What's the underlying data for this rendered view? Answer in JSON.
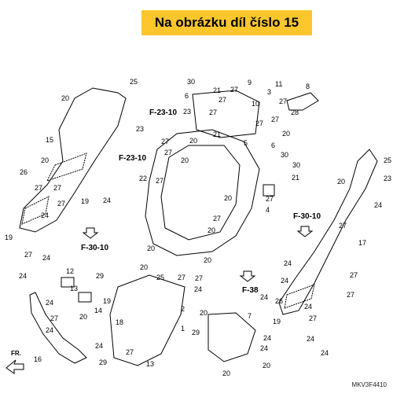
{
  "banner": {
    "text": "Na obrázku díl číslo 15"
  },
  "diagram_code": "MKV3F4410",
  "direction_marker": "FR.",
  "colors": {
    "banner": "#fcc62c",
    "line": "#000000"
  },
  "refs": [
    "F-23-10",
    "F-23-10",
    "F-30-10",
    "F-30-10",
    "F-38"
  ],
  "part_labels": [
    "25",
    "20",
    "23",
    "15",
    "20",
    "26",
    "27",
    "27",
    "27",
    "24",
    "19",
    "27",
    "24",
    "19",
    "24",
    "30",
    "6",
    "21",
    "27",
    "23",
    "27",
    "27",
    "27",
    "27",
    "20",
    "22",
    "21",
    "20",
    "20",
    "20",
    "25",
    "27",
    "27",
    "27",
    "20",
    "24",
    "20",
    "20",
    "9",
    "11",
    "27",
    "10",
    "3",
    "27",
    "28",
    "27",
    "8",
    "27",
    "5",
    "20",
    "6",
    "30",
    "30",
    "21",
    "27",
    "4",
    "25",
    "23",
    "24",
    "20",
    "17",
    "27",
    "24",
    "27",
    "24",
    "27",
    "26",
    "24",
    "27",
    "19",
    "24",
    "24",
    "24",
    "12",
    "13",
    "24",
    "16",
    "24",
    "20",
    "27",
    "29",
    "14",
    "18",
    "19",
    "2",
    "1",
    "29",
    "24",
    "27",
    "29",
    "13",
    "20",
    "24",
    "7",
    "24",
    "20",
    "20",
    "24"
  ]
}
